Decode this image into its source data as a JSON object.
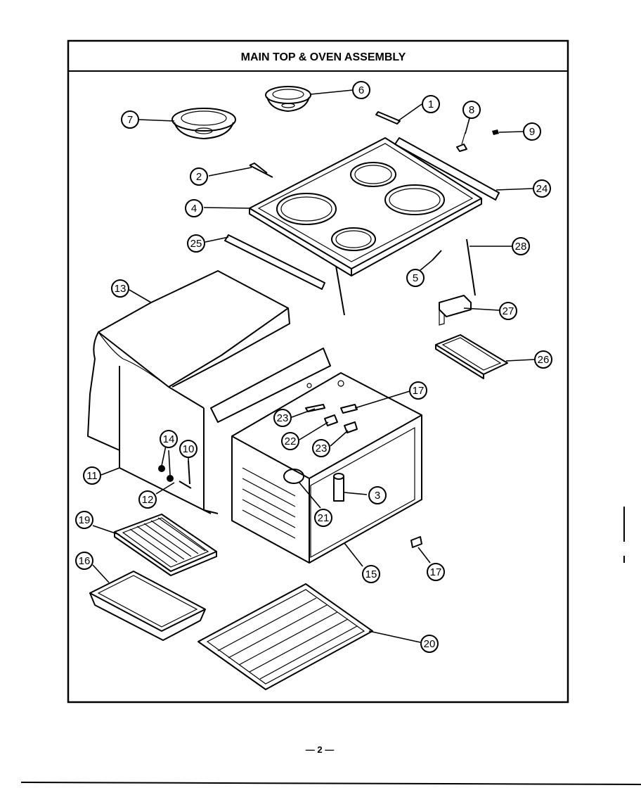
{
  "title": "MAIN TOP & OVEN ASSEMBLY",
  "page_number": "— 2 —",
  "callouts": [
    "1",
    "2",
    "3",
    "4",
    "5",
    "6",
    "7",
    "8",
    "9",
    "10",
    "11",
    "12",
    "13",
    "14",
    "15",
    "16",
    "17",
    "17",
    "19",
    "20",
    "21",
    "22",
    "23",
    "23",
    "24",
    "25",
    "26",
    "27",
    "28"
  ]
}
